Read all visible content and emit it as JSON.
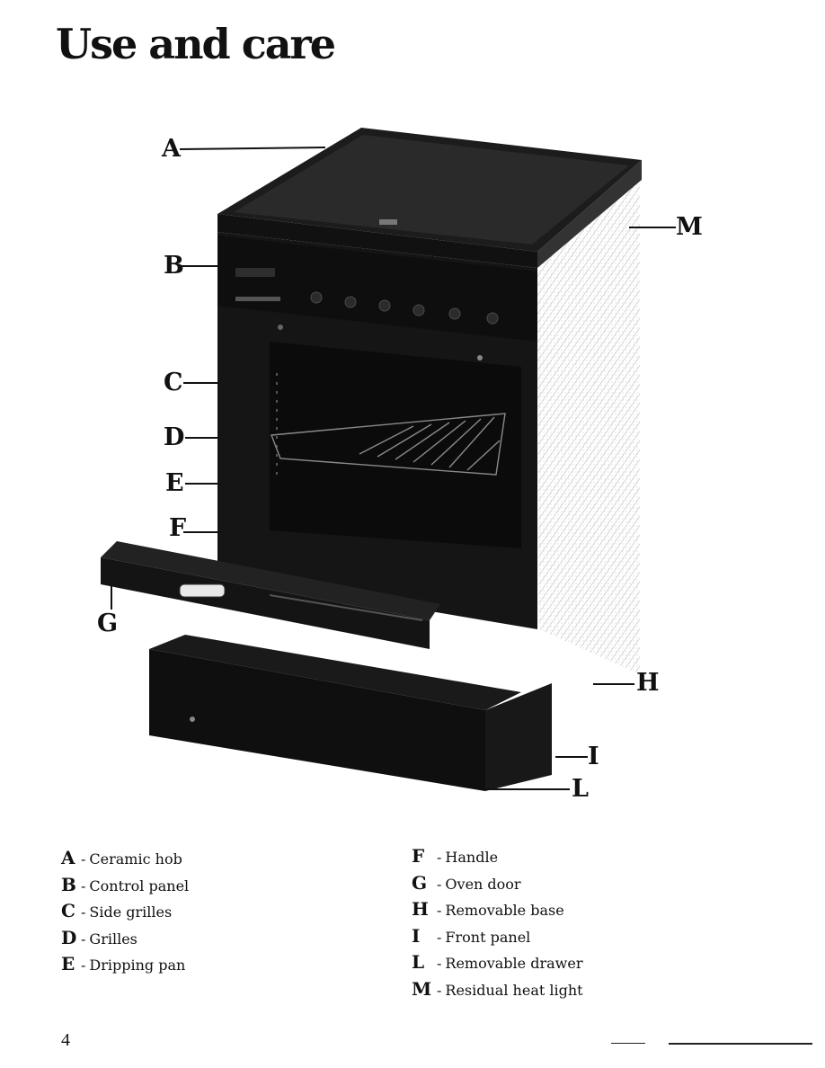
{
  "page": {
    "title": "Use and care",
    "page_number": "4"
  },
  "figure": {
    "callouts": [
      "A",
      "B",
      "C",
      "D",
      "E",
      "F",
      "G",
      "H",
      "I",
      "L",
      "M"
    ]
  },
  "legend": {
    "left": [
      {
        "letter": "A",
        "label": "Ceramic hob"
      },
      {
        "letter": "B",
        "label": "Control panel"
      },
      {
        "letter": "C",
        "label": "Side grilles"
      },
      {
        "letter": "D",
        "label": "Grilles"
      },
      {
        "letter": "E",
        "label": "Dripping pan"
      }
    ],
    "right": [
      {
        "letter": "F",
        "label": "Handle"
      },
      {
        "letter": "G",
        "label": "Oven door"
      },
      {
        "letter": "H",
        "label": "Removable base"
      },
      {
        "letter": "I",
        "label": "Front panel"
      },
      {
        "letter": "L",
        "label": "Removable drawer"
      },
      {
        "letter": "M",
        "label": "Residual heat light"
      }
    ],
    "separator": "-"
  },
  "colors": {
    "appliance_body": "#1a1a1a",
    "hatching": "#cfcfcf",
    "text": "#111111"
  }
}
